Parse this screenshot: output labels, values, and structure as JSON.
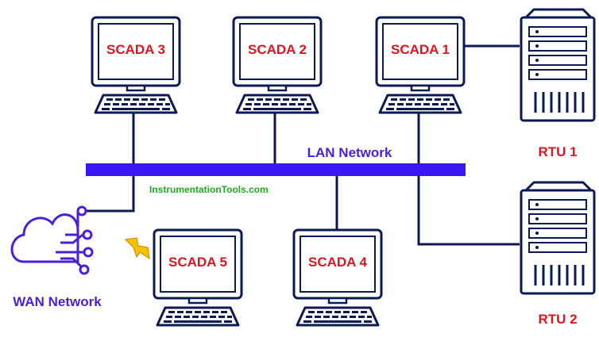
{
  "diagram": {
    "scada_labels": {
      "scada3": "SCADA 3",
      "scada2": "SCADA 2",
      "scada1": "SCADA 1",
      "scada5": "SCADA 5",
      "scada4": "SCADA 4"
    },
    "rtu_labels": {
      "rtu1": "RTU 1",
      "rtu2": "RTU 2"
    },
    "lan_label": "LAN Network",
    "wan_label": "WAN Network",
    "watermark": "InstrumentationTools.com",
    "colors": {
      "line": "#0b1a52",
      "scada_text": "#e0141e",
      "rtu_text": "#e0141e",
      "lan_bar": "#3a16f0",
      "lan_text": "#4a1fd8",
      "wan_text": "#4a1fd8",
      "watermark": "#1faa1f",
      "lightning": "#f2c400"
    }
  }
}
